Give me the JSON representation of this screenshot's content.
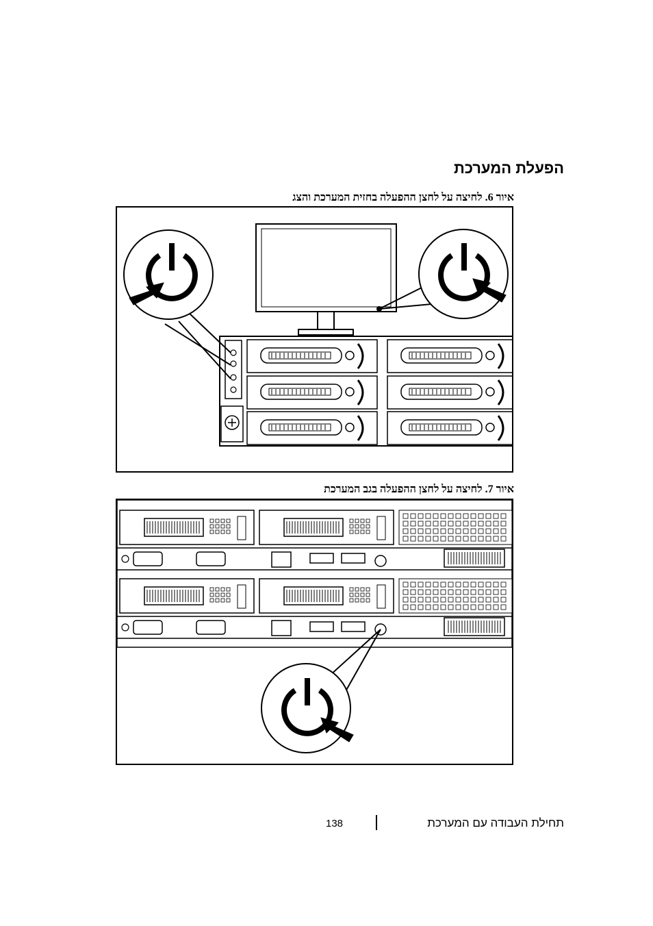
{
  "section_title": "הפעלת המערכת",
  "figure1": {
    "caption": "איור 6. לחיצה על לחצן ההפעלה בחזית המערכת והצג"
  },
  "figure2": {
    "caption": "איור 7. לחיצה על לחצן ההפעלה בגב המערכת"
  },
  "footer": {
    "running_title": "תחילת העבודה עם המערכת",
    "page_number": "138"
  }
}
